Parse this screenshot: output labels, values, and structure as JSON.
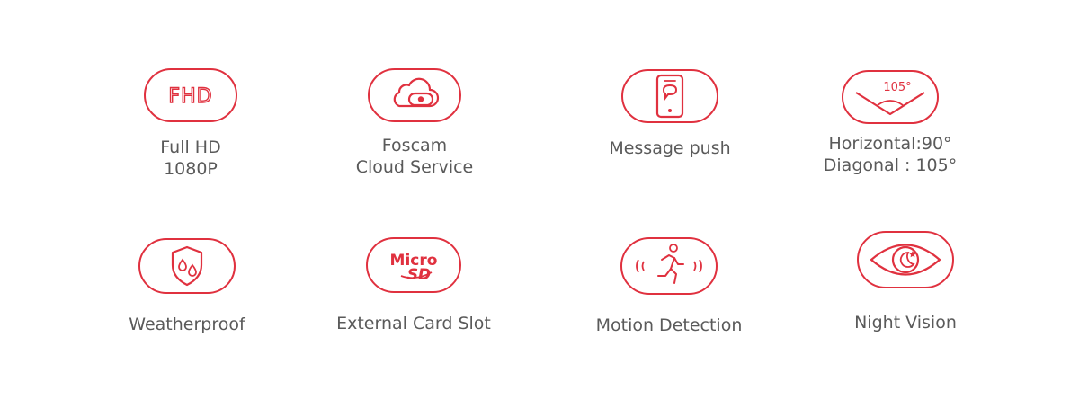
{
  "features": {
    "fhd": {
      "icon": "fhd-badge-icon",
      "icon_text": "FHD",
      "line1": "Full HD",
      "line2": "1080P"
    },
    "cloud": {
      "icon": "cloud-record-icon",
      "line1": "Foscam",
      "line2": "Cloud Service"
    },
    "push": {
      "icon": "phone-message-icon",
      "line1": "Message push"
    },
    "angle": {
      "icon": "view-angle-icon",
      "icon_text": "105°",
      "line1": "Horizontal:90°",
      "line2": "Diagonal : 105°"
    },
    "weather": {
      "icon": "shield-droplet-icon",
      "line1": "Weatherproof"
    },
    "card": {
      "icon": "microsd-icon",
      "icon_text_top": "Micro",
      "icon_text_bottom": "SD",
      "line1": "External Card Slot"
    },
    "motion": {
      "icon": "running-person-icon",
      "line1": "Motion Detection"
    },
    "night": {
      "icon": "eye-moon-icon",
      "line1": "Night Vision"
    }
  },
  "colors": {
    "accent": "#e0313f",
    "text": "#5a5a5a",
    "background": "#ffffff"
  }
}
